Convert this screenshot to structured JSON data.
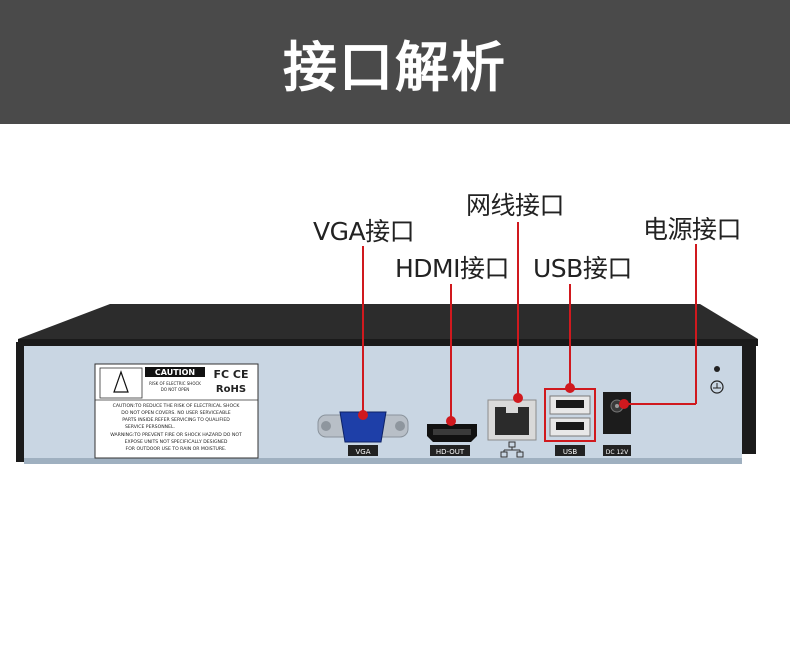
{
  "banner": {
    "title": "接口解析"
  },
  "callouts": {
    "vga": "VGA接口",
    "hdmi": "HDMI接口",
    "network": "网线接口",
    "usb": "USB接口",
    "power": "电源接口"
  },
  "device": {
    "caution_title": "CAUTION",
    "caution_sub1": "RISK OF ELECTRIC SHOCK",
    "caution_sub2": "DO NOT OPEN",
    "cert_fc_ce": "FC CE",
    "cert_rohs": "RoHS",
    "warning_lines": [
      "CAUTION:TO REDUCE THE RISK OF ELECTRICAL SHOCK",
      "DO NOT OPEN COVERS. NO USER SERVICEABLE",
      "PARTS INSIDE.REFER SERVICING TO QUALIFIED",
      "SERVICE PERSONNEL.",
      "WARNING:TO PREVENT FIRE OR SHOCK HAZARD DO NOT",
      "EXPOSE UNITS NOT SPECIFICALLY DESIGNED",
      "FOR OUTDOOR USE TO RAIN OR MOISTURE."
    ],
    "port_vga": "VGA",
    "port_hdmi": "HD-OUT",
    "port_usb": "USB",
    "port_power": "DC 12V"
  },
  "colors": {
    "banner_bg": "#4a4a4a",
    "callout_line": "#d0191e",
    "panel": "#c9d6e3",
    "chassis_top": "#2a2a2a"
  }
}
